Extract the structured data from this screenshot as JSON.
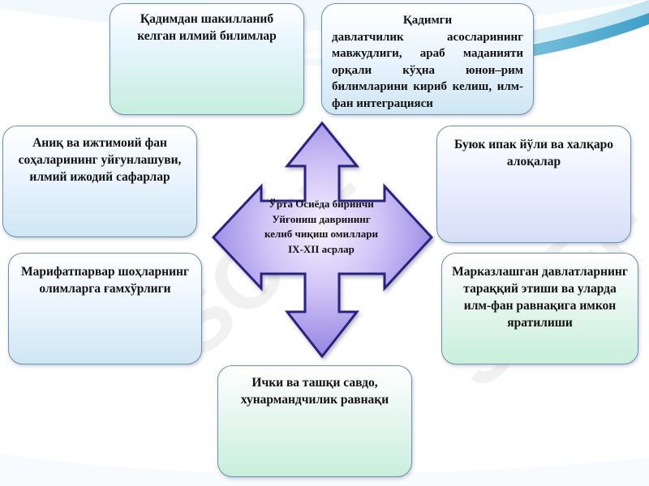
{
  "diagram": {
    "center": "Ўрта Осиёда биринчи Уйғониш даврининг келиб чиқиш омиллари IX-XII асрлар",
    "boxes": {
      "top_left": "Қадимдан шакилланиб келган илмий билимлар",
      "top_right_first": "Қадимги",
      "top_right_rest": "давлатчилик асосларининг мавжудлиги, араб маданияти орқали кўҳна юнон–рим билимларини кириб келиш, илм-фан интеграцияси",
      "mid_left": "Аниқ ва ижтимоий фан соҳаларининг уйғунлашуви, илмий ижодий сафарлар",
      "mid_right": "Буюк ипак йўли ва халқаро алоқалар",
      "low_left": "Марифатпарвар шоҳларнинг олимларга ғамхўрлиги",
      "low_right": "Марказлашган давлатларнинг тараққий этиши ва уларда илм-фан равнақига имкон яратилиши",
      "bottom": "Ички ва ташқи савдо, хунармандчилик равнақи"
    },
    "watermark": "SOFF",
    "colors": {
      "arrow_fill_light": "#f3eefd",
      "arrow_fill_dark": "#8f7fe0",
      "arrow_stroke": "#2b2080",
      "background_swoosh": "#4aa9cc"
    }
  }
}
